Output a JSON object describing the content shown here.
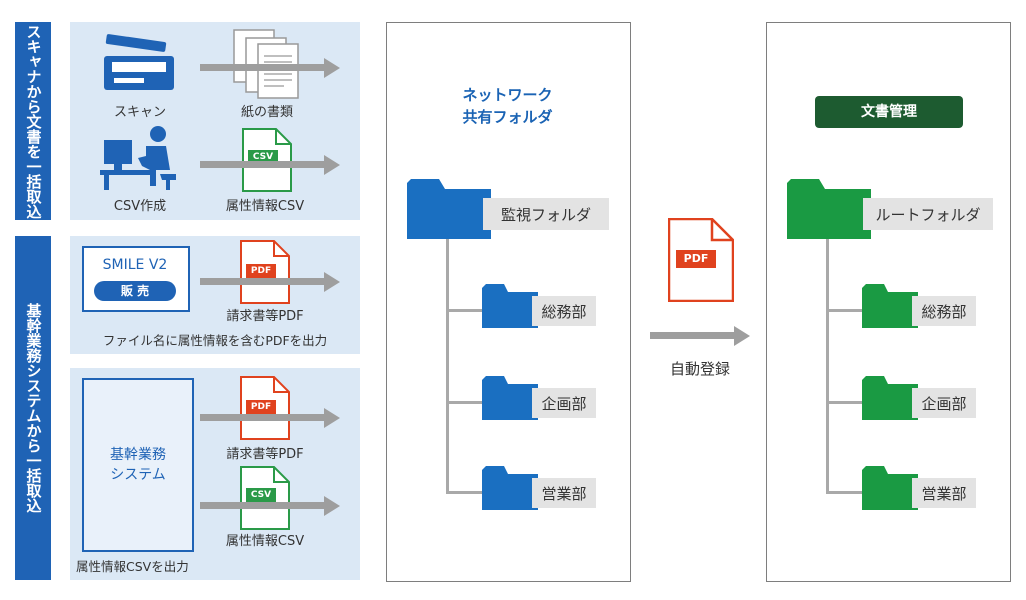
{
  "side_labels": {
    "scan": "スキャナから文書を一括取込",
    "core": "基幹業務システムから一括取込"
  },
  "scan_panel": {
    "scan_caption": "スキャン",
    "paper_caption": "紙の書類",
    "csv_create_caption": "CSV作成",
    "csv_caption": "属性情報CSV",
    "csv_badge": "CSV"
  },
  "smile_panel": {
    "product_name": "SMILE V2",
    "product_badge": "販 売",
    "pdf_badge": "PDF",
    "pdf_caption": "請求書等PDF",
    "footer": "ファイル名に属性情報を含むPDFを出力"
  },
  "core_panel": {
    "system_line1": "基幹業務",
    "system_line2": "システム",
    "pdf_badge": "PDF",
    "pdf_caption": "請求書等PDF",
    "csv_badge": "CSV",
    "csv_caption": "属性情報CSV",
    "footer": "属性情報CSVを出力"
  },
  "network": {
    "title_line1": "ネットワーク",
    "title_line2": "共有フォルダ",
    "root": "監視フォルダ",
    "children": [
      "総務部",
      "企画部",
      "営業部"
    ]
  },
  "transfer": {
    "pdf_badge": "PDF",
    "label": "自動登録"
  },
  "docmgmt": {
    "title": "文書管理",
    "root": "ルートフォルダ",
    "children": [
      "総務部",
      "企画部",
      "営業部"
    ]
  },
  "colors": {
    "blue": "#1f63b5",
    "folder_blue": "#1a6fc1",
    "folder_green": "#1a9a43",
    "pdf_red": "#e0421e",
    "csv_green": "#2a9a48",
    "panel_bg": "#dbe8f5"
  }
}
